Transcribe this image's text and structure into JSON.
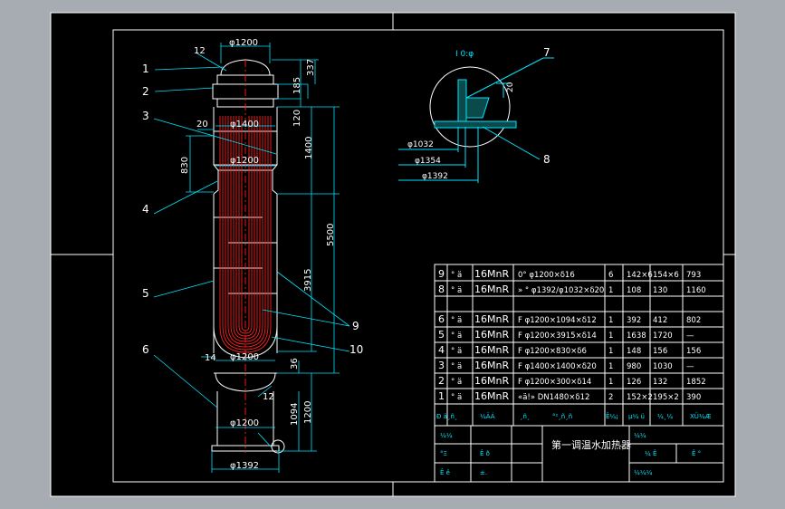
{
  "colors": {
    "sheet": "#000000",
    "frame": "#ffffff",
    "dim": "#00e5ff",
    "tube": "#ff2020",
    "background": "#a7acb3"
  },
  "dims": {
    "top_dia": "φ1200",
    "thick_12_top": "12",
    "h_337": "337",
    "h_185": "185",
    "h_120": "120",
    "flange_20": "20",
    "flange_dia": "φ1400",
    "h_830": "830",
    "shell_dia": "φ1200",
    "h_1400": "1400",
    "h_5500": "5500",
    "h_3915": "3915",
    "bottom_dia": "φ1200",
    "w_14": "14",
    "h_36": "36",
    "thick_12_bottom": "12",
    "h_1200": "1200",
    "h_1094": "1094",
    "base_dia": "φ1200",
    "skirt_dia": "φ1392"
  },
  "leaders": [
    "1",
    "2",
    "3",
    "4",
    "5",
    "6",
    "7",
    "8",
    "9",
    "10"
  ],
  "detail": {
    "title": "I 0:φ",
    "dim_20": "20",
    "dia_1032": "φ1032",
    "dia_1354": "φ1354",
    "dia_1392": "φ1392"
  },
  "parts": [
    {
      "no": "9",
      "n": "° ä",
      "mat": "16MnR",
      "desc": "0°  φ1200×δ16",
      "qty": "6",
      "w1": "142×6",
      "w2": "154×6",
      "total": "793"
    },
    {
      "no": "8",
      "n": "° ä",
      "mat": "16MnR",
      "desc": "» ° φ1392/φ1032×δ20",
      "qty": "1",
      "w1": "108",
      "w2": "130",
      "total": "1160"
    },
    {
      "no": "6",
      "n": "° ä",
      "mat": "16MnR",
      "desc": "F φ1200×1094×δ12",
      "qty": "1",
      "w1": "392",
      "w2": "412",
      "total": "802"
    },
    {
      "no": "5",
      "n": "° ä",
      "mat": "16MnR",
      "desc": "F φ1200×3915×δ14",
      "qty": "1",
      "w1": "1638",
      "w2": "1720",
      "total": "—"
    },
    {
      "no": "4",
      "n": "° ä",
      "mat": "16MnR",
      "desc": "F φ1200×830×δ6",
      "qty": "1",
      "w1": "148",
      "w2": "156",
      "total": "156"
    },
    {
      "no": "3",
      "n": "° ä",
      "mat": "16MnR",
      "desc": "F φ1400×1400×δ20",
      "qty": "1",
      "w1": "980",
      "w2": "1030",
      "total": "—"
    },
    {
      "no": "2",
      "n": "° ä",
      "mat": "16MnR",
      "desc": "F φ1200×300×δ14",
      "qty": "1",
      "w1": "126",
      "w2": "132",
      "total": "1852"
    },
    {
      "no": "1",
      "n": "° ä",
      "mat": "16MnR",
      "desc": "«ä!» DN1480×δ12",
      "qty": "2",
      "w1": "152×2",
      "w2": "195×2",
      "total": "390"
    }
  ],
  "table_header": [
    "Ð ä¸ñ¸",
    "¼ÄÁ",
    "¸ñ¸",
    "°²¸ñ¸ñ",
    "Ê¼¡",
    "µ¼ ü",
    "¼¸¼",
    "XÜ¼Æ"
  ],
  "title_block": {
    "r1c1": "¼¼",
    "r2c1": "°Ξ",
    "r2c2": "Ê ð",
    "r3c1": "Ê ê",
    "r3c2": "±.",
    "drawing_title": "第一调温水加热器",
    "right_r1": "¼¼",
    "right_r2a": "¼ Ê",
    "right_r2b": "Ê °",
    "right_r3": "¼¼¼"
  }
}
